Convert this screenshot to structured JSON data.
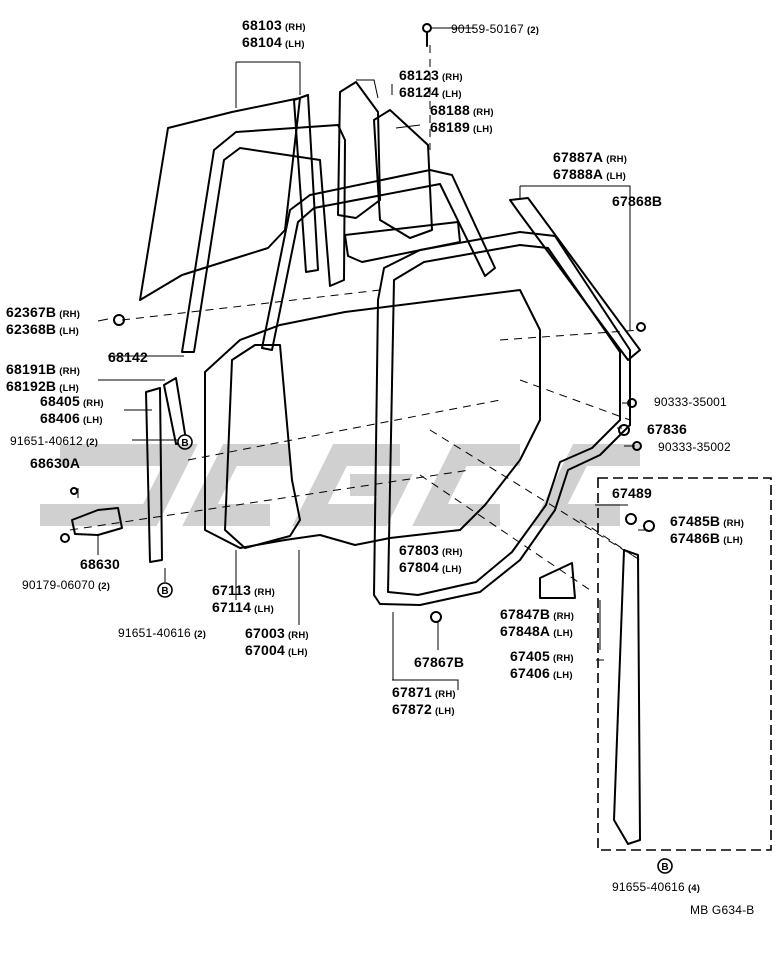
{
  "diagram_code": "MB  G634-B",
  "callouts": {
    "c68103": {
      "line1": "68103",
      "s1": "(RH)",
      "line2": "68104",
      "s2": "(LH)"
    },
    "c68123": {
      "line1": "68123",
      "s1": "(RH)",
      "line2": "68124",
      "s2": "(LH)"
    },
    "c68188": {
      "line1": "68188",
      "s1": "(RH)",
      "line2": "68189",
      "s2": "(LH)"
    },
    "c90159": {
      "line1": "90159-50167",
      "s1": "(2)"
    },
    "c67887": {
      "line1": "67887A",
      "s1": "(RH)",
      "line2": "67888A",
      "s2": "(LH)"
    },
    "c67868": {
      "line1": "67868B"
    },
    "c62367": {
      "line1": "62367B",
      "s1": "(RH)",
      "line2": "62368B",
      "s2": "(LH)"
    },
    "c68191": {
      "line1": "68191B",
      "s1": "(RH)",
      "line2": "68192B",
      "s2": "(LH)"
    },
    "c68142": {
      "line1": "68142"
    },
    "c68405": {
      "line1": "68405",
      "s1": "(RH)",
      "line2": "68406",
      "s2": "(LH)"
    },
    "c91651a": {
      "line1": "91651-40612",
      "s1": "(2)"
    },
    "c68630a": {
      "line1": "68630A"
    },
    "c68630": {
      "line1": "68630"
    },
    "c90179": {
      "line1": "90179-06070",
      "s1": "(2)"
    },
    "c91651b": {
      "line1": "91651-40616",
      "s1": "(2)"
    },
    "c67113": {
      "line1": "67113",
      "s1": "(RH)",
      "line2": "67114",
      "s2": "(LH)"
    },
    "c67003": {
      "line1": "67003",
      "s1": "(RH)",
      "line2": "67004",
      "s2": "(LH)"
    },
    "c67803": {
      "line1": "67803",
      "s1": "(RH)",
      "line2": "67804",
      "s2": "(LH)"
    },
    "c67867": {
      "line1": "67867B"
    },
    "c67871": {
      "line1": "67871",
      "s1": "(RH)",
      "line2": "67872",
      "s2": "(LH)"
    },
    "c67847": {
      "line1": "67847B",
      "s1": "(RH)",
      "line2": "67848A",
      "s2": "(LH)"
    },
    "c67405": {
      "line1": "67405",
      "s1": "(RH)",
      "line2": "67406",
      "s2": "(LH)"
    },
    "c90333a": {
      "line1": "90333-35001"
    },
    "c67836": {
      "line1": "67836"
    },
    "c90333b": {
      "line1": "90333-35002"
    },
    "c67489": {
      "line1": "67489"
    },
    "c67485": {
      "line1": "67485B",
      "s1": "(RH)",
      "line2": "67486B",
      "s2": "(LH)"
    },
    "c91655": {
      "line1": "91655-40616",
      "s1": "(4)"
    }
  },
  "markers": {
    "b_letter": "B"
  }
}
